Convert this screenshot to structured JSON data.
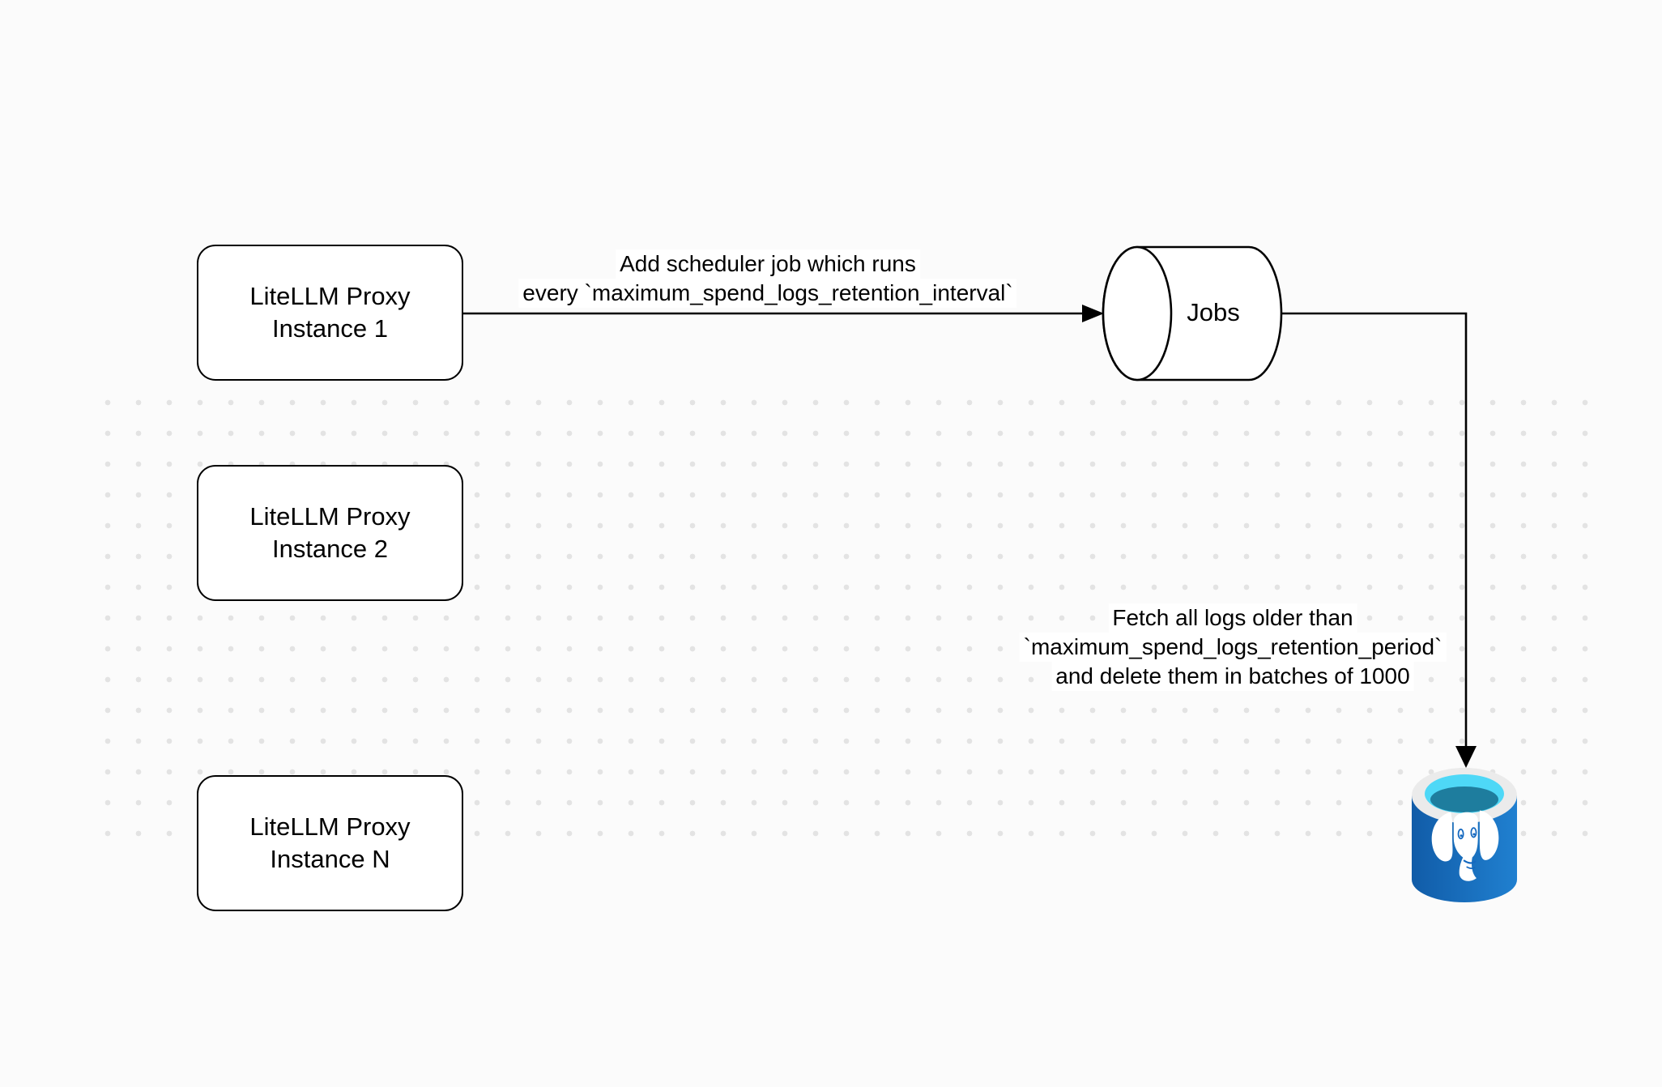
{
  "nodes": {
    "instance1": {
      "line1": "LiteLLM Proxy",
      "line2": "Instance 1"
    },
    "instance2": {
      "line1": "LiteLLM Proxy",
      "line2": "Instance 2"
    },
    "instanceN": {
      "line1": "LiteLLM Proxy",
      "line2": "Instance N"
    },
    "jobs": {
      "label": "Jobs"
    }
  },
  "edge_labels": {
    "scheduler": {
      "line1": "Add scheduler job which runs",
      "line2": "every `maximum_spend_logs_retention_interval`"
    },
    "cleanup": {
      "line1": "Fetch all logs older than",
      "line2": "`maximum_spend_logs_retention_period`",
      "line3": "and delete them in batches of 1000"
    }
  },
  "icons": {
    "postgres": "postgres-database-icon",
    "jobs_cylinder": "jobs-queue-cylinder"
  },
  "colors": {
    "line": "#000000",
    "node_fill": "#ffffff",
    "page_background": "#fbfbfb",
    "dot_grid": "#e3e3e3",
    "db_body_dark": "#115ca8",
    "db_body_light": "#2080d0",
    "db_rim": "#ebebeb",
    "db_inner_cyan": "#4ed8f7",
    "db_inner_teal": "#1e7d9e",
    "db_elephant": "#ffffff",
    "db_detail_blue": "#1468bf"
  }
}
